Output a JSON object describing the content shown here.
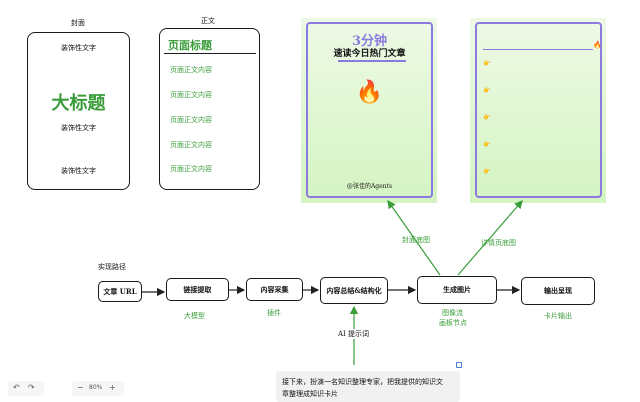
{
  "labels": {
    "cover": "封面",
    "body": "正文",
    "path": "实现路径"
  },
  "cover_card": {
    "top": "装饰性文字",
    "title": "大标题",
    "middle": "装饰性文字",
    "bottom": "装饰性文字"
  },
  "body_card": {
    "title": "页面标题",
    "lines": [
      "页面正文内容",
      "页面正文内容",
      "页面正文内容",
      "页面正文内容",
      "页面正文内容"
    ]
  },
  "cover_preview": {
    "headline": "3分钟",
    "subtitle": "速读今日热门文章",
    "emoji": "🔥",
    "footer": "@张佳的Agents"
  },
  "detail_preview": {
    "emoji": "🔥",
    "bullet": "👉",
    "bullet_count": 5
  },
  "arrow_labels": {
    "cover_bg": "封面底图",
    "detail_bg": "详情页底图"
  },
  "nodes": {
    "input_url": "文章 URL",
    "extract": "链接提取",
    "collect": "内容采集",
    "summarize": "内容总结&结构化",
    "generate": "生成图片",
    "output": "输出呈现"
  },
  "node_notes": {
    "extract": "大模型",
    "collect": "插件",
    "generate_1": "图像流",
    "generate_2": "画板节点",
    "output": "卡片输出",
    "prompt": "AI 提示词"
  },
  "text_panel": {
    "line1": "接下来，扮演一名知识整理专家，把我提供的知识文",
    "line2": "章整理成知识卡片"
  },
  "toolbar": {
    "undo_icon": "↶",
    "redo_icon": "↷",
    "zoom_out": "−",
    "zoom": "80%",
    "zoom_in": "+"
  },
  "colors": {
    "green": "#3a9d3a",
    "purple": "#8b7be0",
    "fire": "#e8671c"
  }
}
